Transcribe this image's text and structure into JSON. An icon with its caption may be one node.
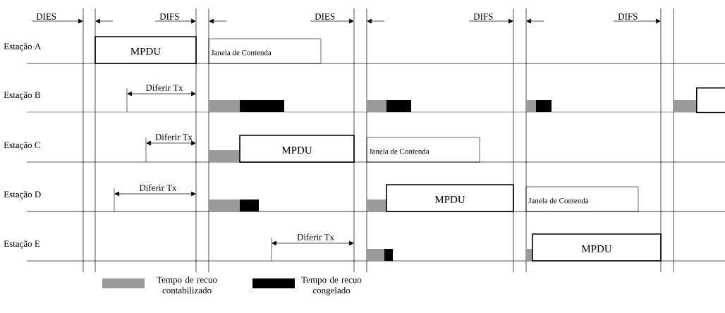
{
  "diagram": {
    "nodes": [
      {
        "text": [
          "MPDU"
        ]
      },
      {
        "text": [
          "Janela de Contenda"
        ]
      },
      {
        "text": [
          "MPDU"
        ]
      },
      {
        "text": [
          "Janela de Contenda"
        ]
      },
      {
        "text": [
          "MPDU"
        ]
      },
      {
        "text": [
          "Janela de Contenda"
        ]
      },
      {
        "text": [
          "MPDU"
        ]
      },
      {
        "text": [],
        "shape": "box"
      }
    ],
    "edges": [],
    "labels": [
      "DIES",
      "DIFS",
      "DIES",
      "DIFS",
      "DIFS",
      "Estação A",
      "Estação B",
      "Diferir Tx",
      "Estação C",
      "Diferir Tx",
      "Estação D",
      "Diferir Tx",
      "Estação E",
      "Diferir Tx"
    ],
    "legend": [
      {
        "text": "Tempo de recuo contabilizado",
        "color": "#9a9a9a"
      },
      {
        "text": "Tempo de recuo congelado",
        "color": "#000000"
      }
    ]
  }
}
